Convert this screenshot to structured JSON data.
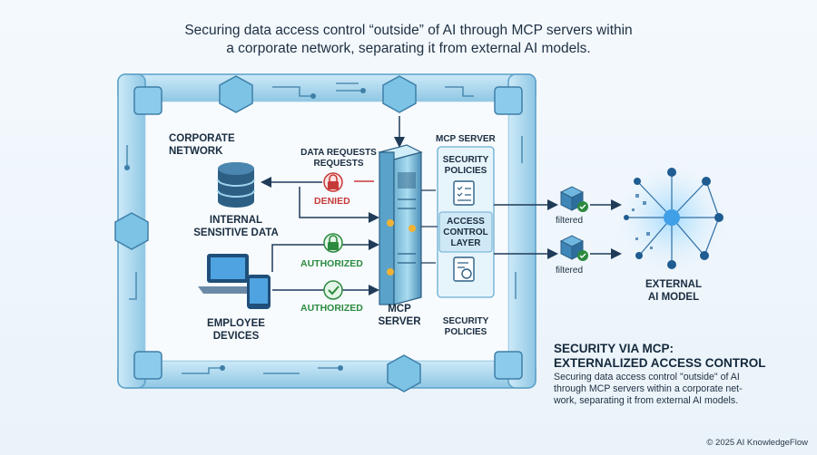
{
  "title_line1": "Securing data access control “outside” of AI through MCP servers within",
  "title_line2": "a corporate network, separating it from external AI models.",
  "corporate_network": [
    "CORPORATE",
    "NETWORK"
  ],
  "data_requests": [
    "DATA REQUESTS",
    "REQUESTS"
  ],
  "denied": "DENIED",
  "authorized_1": "AUTHORIZED",
  "authorized_2": "AUTHORIZED",
  "internal_data": [
    "INTERNAL",
    "SENSITIVE DATA"
  ],
  "employee_devices": [
    "EMPLOYEE",
    "DEVICES"
  ],
  "mcp_server_top": "MCP SERVER",
  "mcp_server_bottom": [
    "MCP",
    "SERVER"
  ],
  "security_policies_top": [
    "SECURITY",
    "POLICIES"
  ],
  "access_control": [
    "ACCESS",
    "CONTROL",
    "LAYER"
  ],
  "security_policies_bottom": [
    "SECURITY",
    "POLICIES"
  ],
  "filtered_1": "filtered",
  "filtered_2": "filtered",
  "external_ai": [
    "EXTERNAL",
    "AI MODEL"
  ],
  "security_heading": [
    "SECURITY VIA MCP:",
    "EXTERNALIZED ACCESS CONTROL"
  ],
  "security_desc": [
    "Securing data access control \"outside\" of AI",
    "through MCP servers within a corporate net-",
    "work, separating it from external AI models."
  ],
  "copyright": "© 2025 AI KnowledgeFlow",
  "colors": {
    "frame": "#9fd3ec",
    "frame_dark": "#3f7fa8",
    "accent_red": "#c73a3a",
    "accent_green": "#2b8a3e"
  }
}
